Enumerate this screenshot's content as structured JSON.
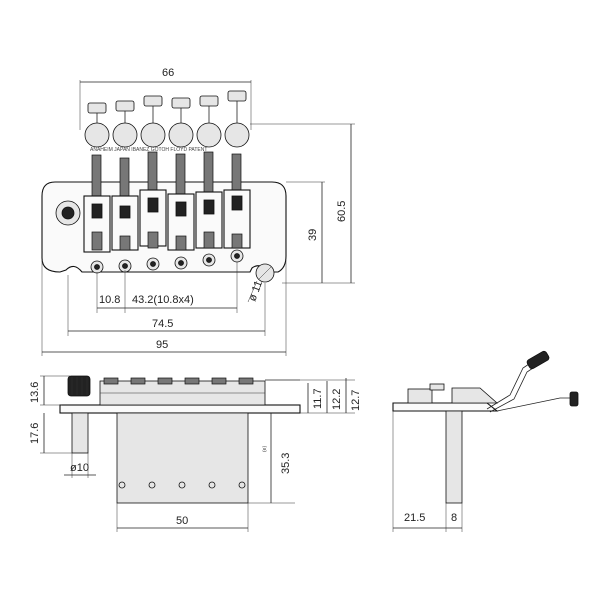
{
  "top_view": {
    "width_66": "66",
    "height_60_5": "60.5",
    "height_39": "39",
    "offset_10_8": "10.8",
    "spacing_43_2": "43.2(10.8x4)",
    "width_74_5": "74.5",
    "width_95": "95",
    "dia_11": "ø 11",
    "engraving": "ANAHEIM  JAPAN  IBANEZ  GOTOH  FLOYD  PATENT"
  },
  "front_view": {
    "h_13_6": "13.6",
    "h_17_6": "17.6",
    "dia_10": "ø10",
    "h_11_7": "11.7",
    "h_12_2": "12.2",
    "h_12_7": "12.7",
    "block_marker": "(e)",
    "h_35_3": "35.3",
    "w_50": "50"
  },
  "side_view": {
    "w_21_5": "21.5",
    "w_8": "8"
  }
}
